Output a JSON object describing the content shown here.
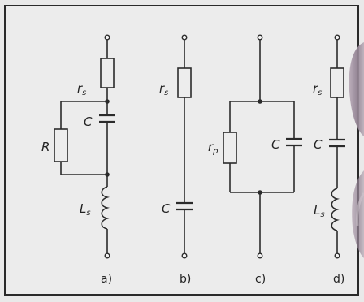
{
  "figure": {
    "colors": {
      "background": "#e9e9e9",
      "ink": "#2b2b2b",
      "border": "#2a2a2a"
    },
    "circuits": [
      {
        "caption": "a)",
        "labels": {
          "rs_main": "r",
          "rs_sub": "s",
          "R": "R",
          "C": "C",
          "Ls_main": "L",
          "Ls_sub": "s"
        }
      },
      {
        "caption": "b)",
        "labels": {
          "rs_main": "r",
          "rs_sub": "s",
          "C": "C"
        }
      },
      {
        "caption": "c)",
        "labels": {
          "rp_main": "r",
          "rp_sub": "p",
          "C": "C"
        }
      },
      {
        "caption": "d)",
        "labels": {
          "rs_main": "r",
          "rs_sub": "s",
          "C": "C",
          "Ls_main": "L",
          "Ls_sub": "s"
        }
      }
    ]
  }
}
